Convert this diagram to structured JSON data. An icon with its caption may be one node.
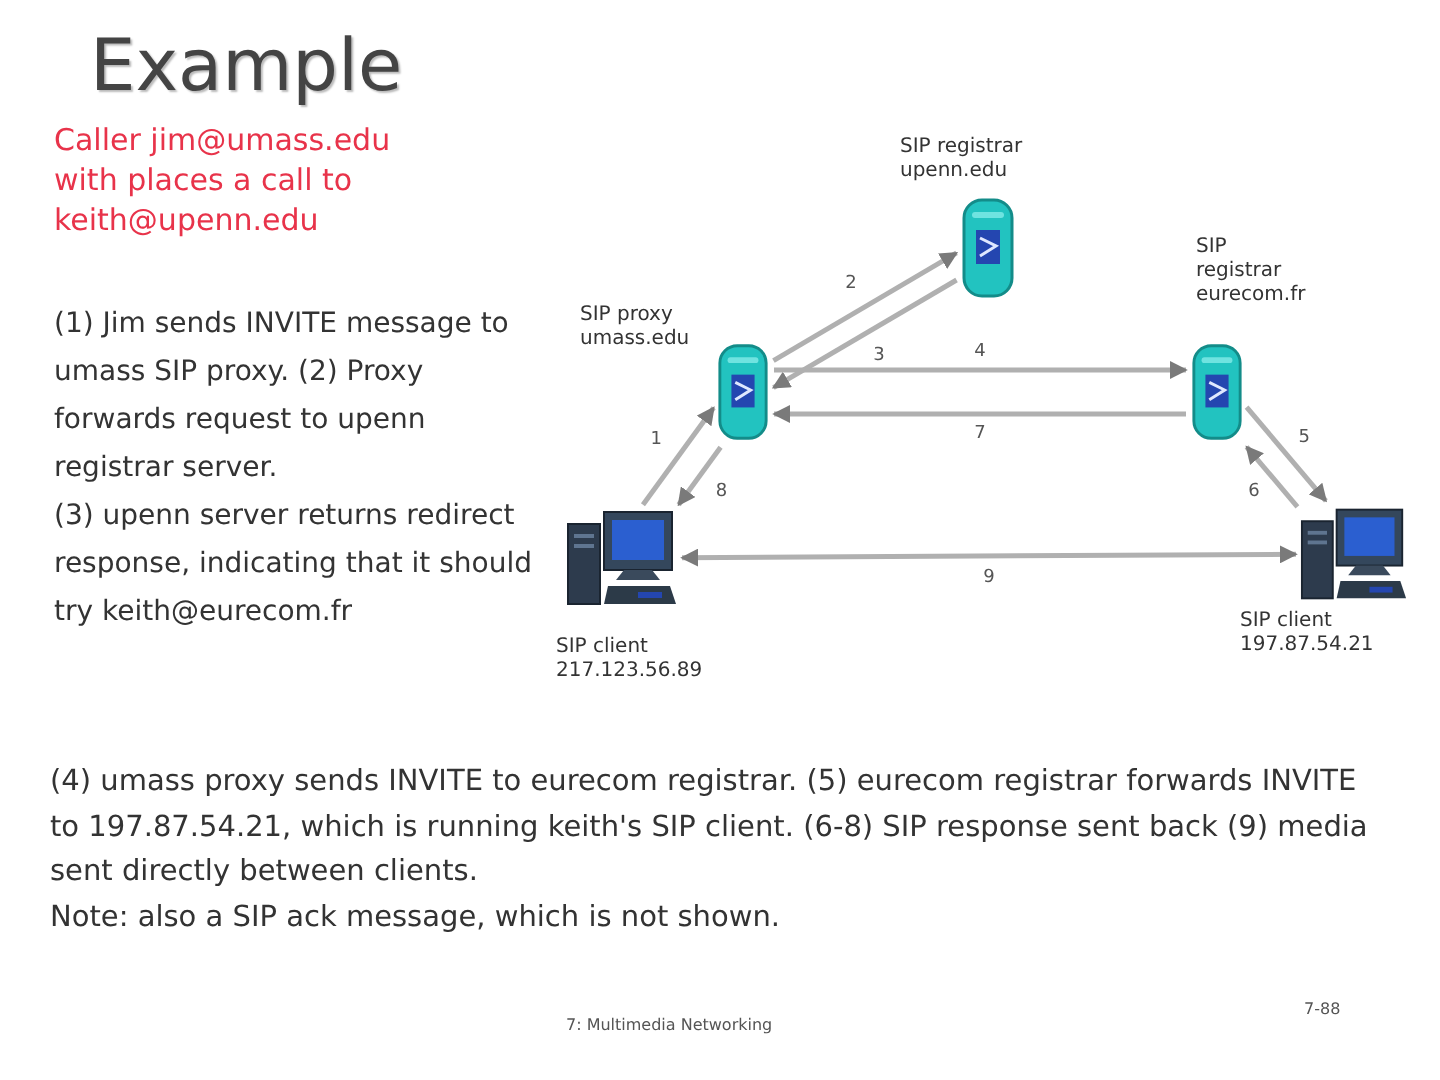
{
  "diagram": {
    "title": "Example",
    "nodes": [
      {
        "text": [],
        "shape": "picture",
        "beside": [
          "SIP registrar upenn.edu"
        ]
      },
      {
        "text": [],
        "shape": "picture",
        "beside": [
          "SIP proxy umass.edu"
        ]
      },
      {
        "text": [],
        "shape": "picture",
        "beside": [
          "SIP registrar eurecom.fr"
        ]
      },
      {
        "text": [],
        "shape": "picture",
        "beside": [
          "SIP client 217.123.56.89"
        ]
      },
      {
        "text": [],
        "shape": "picture",
        "beside": [
          "SIP client 197.87.54.21"
        ]
      }
    ],
    "edges": [
      {
        "from": 3,
        "to": 1,
        "arrow": "to",
        "label": "1"
      },
      {
        "from": 1,
        "to": 0,
        "arrow": "to",
        "label": "2"
      },
      {
        "from": 0,
        "to": 1,
        "arrow": "to",
        "label": "3"
      },
      {
        "from": 1,
        "to": 2,
        "arrow": "to",
        "label": "4"
      },
      {
        "from": 2,
        "to": 4,
        "arrow": "to",
        "label": "5"
      },
      {
        "from": 4,
        "to": 2,
        "arrow": "to",
        "label": "6"
      },
      {
        "from": 2,
        "to": 1,
        "arrow": "to",
        "label": "7"
      },
      {
        "from": 1,
        "to": 3,
        "arrow": "to",
        "label": "8"
      },
      {
        "from": 3,
        "to": 4,
        "arrow": "both",
        "label": "9"
      }
    ],
    "labels": [
      "Caller jim@umass.edu with places a call to keith@upenn.edu",
      "(1) Jim sends INVITE message to umass SIP proxy. (2) Proxy forwards request to upenn registrar server.",
      "(3) upenn server returns redirect response, indicating that it should try keith@eurecom.fr",
      "(4) umass proxy sends INVITE to eurecom registrar. (5) eurecom registrar forwards INVITE to 197.87.54.21, which is running keith's SIP client. (6-8) SIP response sent back (9) media sent directly between clients.",
      "Note: also a SIP ack message, which is not shown.",
      "7: Multimedia Networking",
      "7-88"
    ]
  }
}
